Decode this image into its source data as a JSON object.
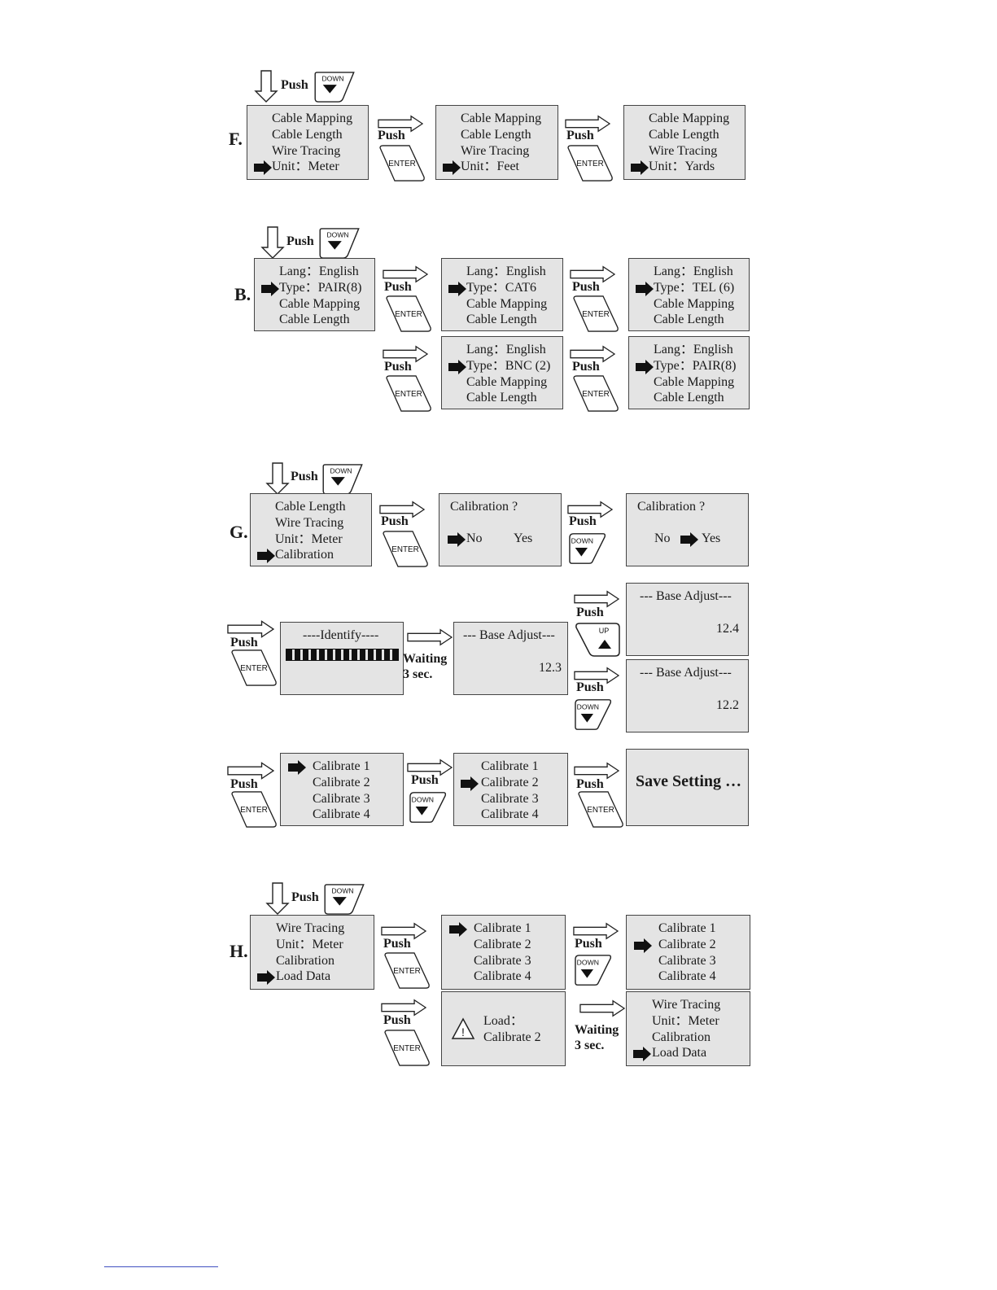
{
  "labels": {
    "push": "Push",
    "enter": "ENTER",
    "down": "DOWN",
    "up": "UP"
  },
  "waiting": {
    "line1": "Waiting",
    "line2": "3 sec."
  },
  "section_f": {
    "letter": "F.",
    "screen1": [
      "Cable Mapping",
      "Cable Length",
      "Wire Tracing",
      "Unit：Meter"
    ],
    "screen2": [
      "Cable Mapping",
      "Cable Length",
      "Wire Tracing",
      "Unit：Feet"
    ],
    "screen3": [
      "Cable Mapping",
      "Cable Length",
      "Wire Tracing",
      "Unit：Yards"
    ]
  },
  "section_b": {
    "letter": "B.",
    "screen1": [
      "Lang：English",
      "Type：PAIR(8)",
      "Cable Mapping",
      "Cable Length"
    ],
    "screen2": [
      "Lang：English",
      "Type：CAT6",
      "Cable Mapping",
      "Cable Length"
    ],
    "screen3": [
      "Lang：English",
      "Type：TEL (6)",
      "Cable Mapping",
      "Cable Length"
    ],
    "screen4": [
      "Lang：English",
      "Type：BNC (2)",
      "Cable Mapping",
      "Cable Length"
    ],
    "screen5": [
      "Lang：English",
      "Type：PAIR(8)",
      "Cable Mapping",
      "Cable Length"
    ]
  },
  "section_g": {
    "letter": "G.",
    "menu": [
      "Cable Length",
      "Wire Tracing",
      "Unit：Meter",
      "Calibration"
    ],
    "calib_title": "Calibration ?",
    "no": "No",
    "yes": "Yes",
    "identify": "----Identify----",
    "base_adjust": "--- Base Adjust---",
    "base_value": "12.3",
    "base_up": "12.4",
    "base_down": "12.2",
    "calibrate": [
      "Calibrate 1",
      "Calibrate 2",
      "Calibrate 3",
      "Calibrate 4"
    ],
    "save": "Save Setting …"
  },
  "section_h": {
    "letter": "H.",
    "menu": [
      "Wire Tracing",
      "Unit：Meter",
      "Calibration",
      "Load Data"
    ],
    "calibrate": [
      "Calibrate 1",
      "Calibrate 2",
      "Calibrate 3",
      "Calibrate 4"
    ],
    "load_line1": "Load：",
    "load_line2": "Calibrate 2",
    "final": [
      "Wire Tracing",
      "Unit：Meter",
      "Calibration",
      "Load Data"
    ]
  },
  "colors": {
    "screen_bg": "#e4e4e4",
    "border": "#444444",
    "text": "#1a1a1a",
    "footline": "#4050c0"
  }
}
